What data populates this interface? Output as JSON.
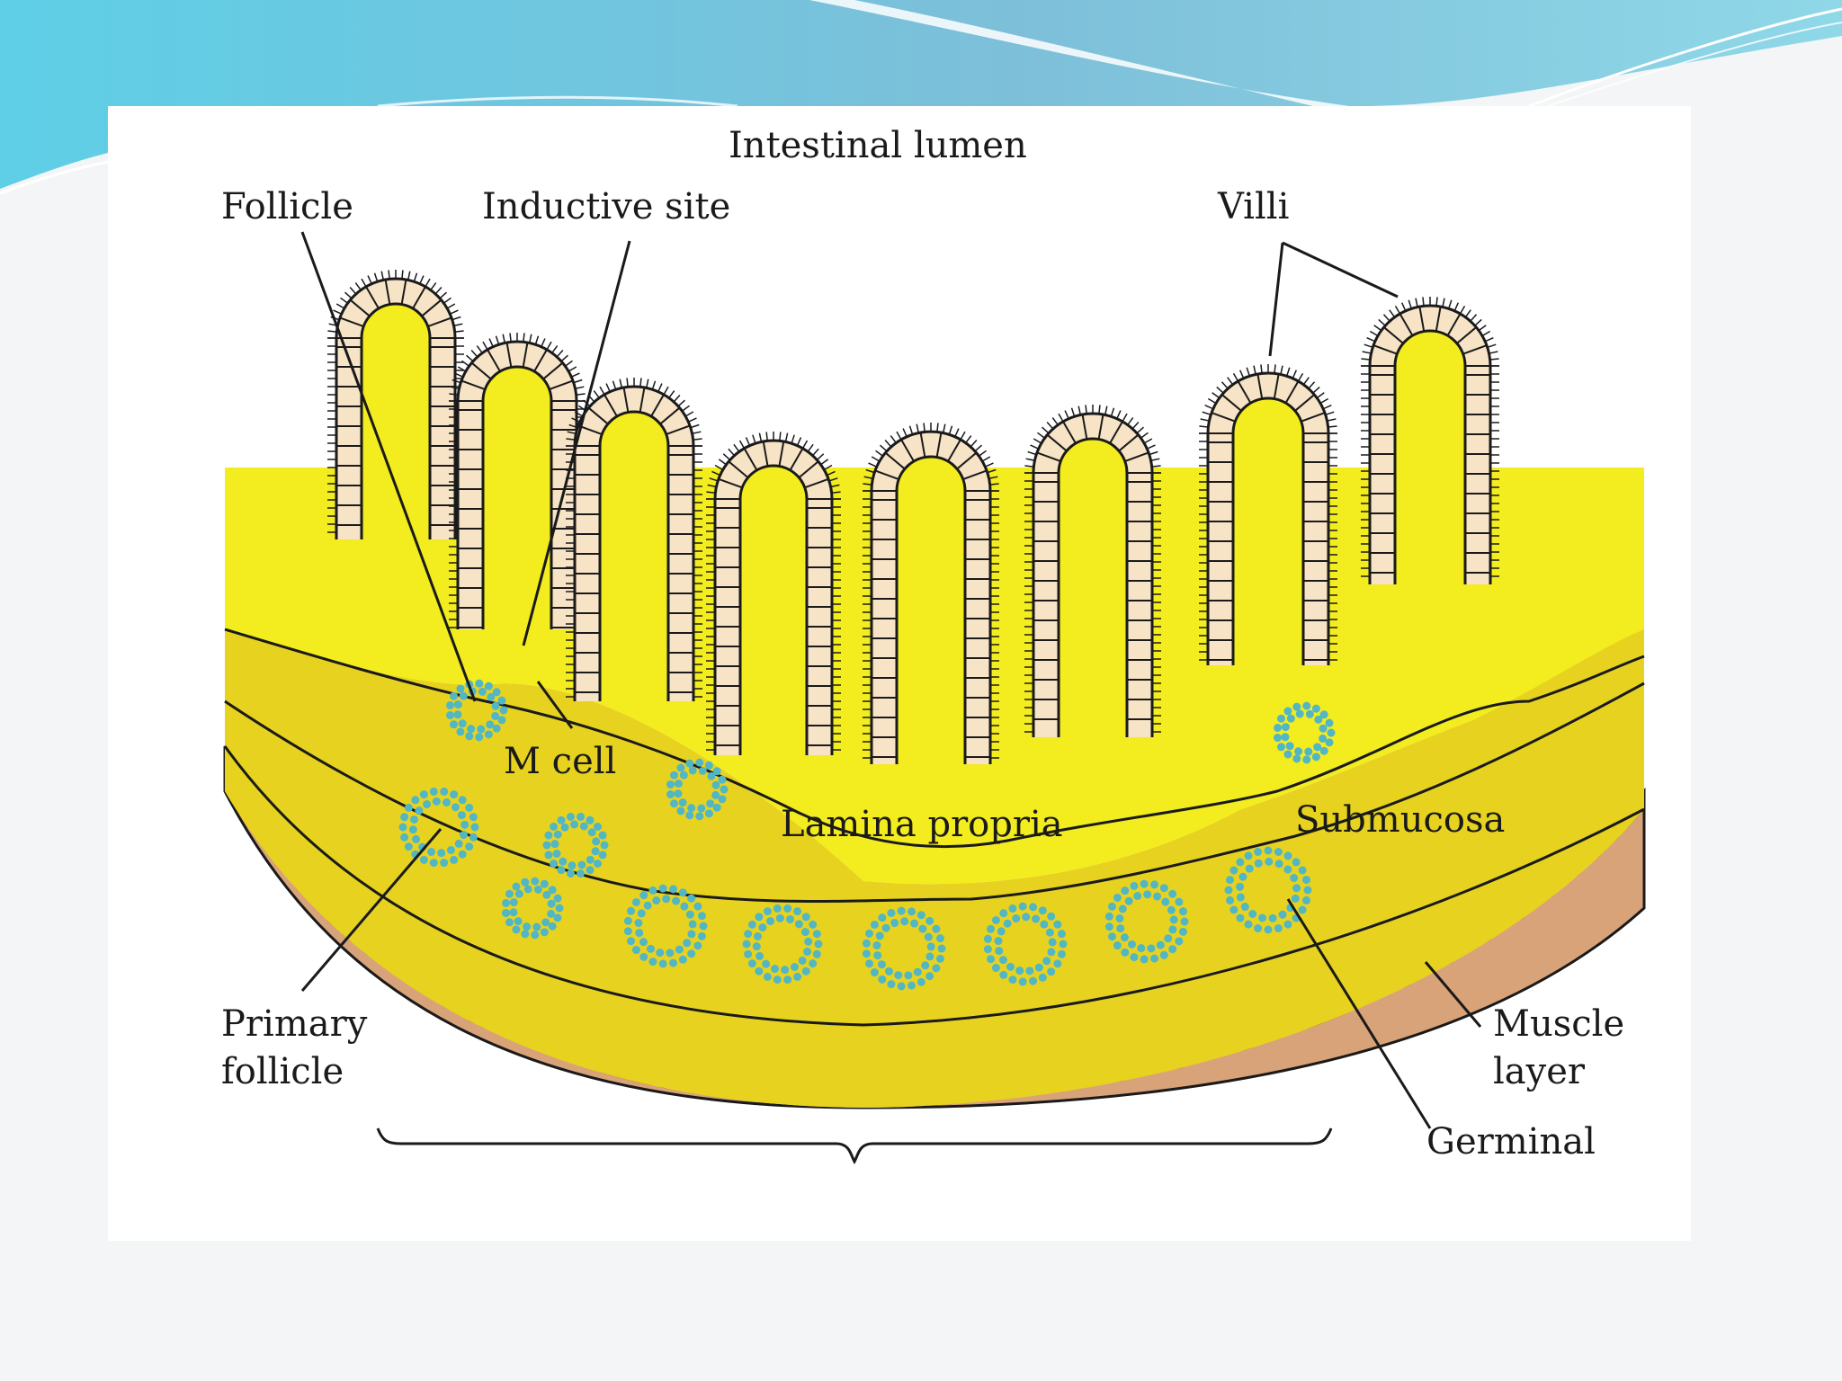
{
  "colors": {
    "header_dark": "#5ec8e0",
    "header_light": "#9fe0ee",
    "panel": "#ffffff",
    "mucosa": "#f3ec1e",
    "submucosa": "#e7d31f",
    "muscle": "#d9a379",
    "epithelium": "#f7e3c6",
    "follicle_dot": "#52b6c4",
    "line": "#1a1a1a"
  },
  "labels": {
    "lumen": "Intestinal lumen",
    "follicle": "Follicle",
    "inductive_site": "Inductive site",
    "villi": "Villi",
    "m_cell": "M cell",
    "lamina_propria": "Lamina propria",
    "submucosa": "Submucosa",
    "primary_follicle_1": "Primary",
    "primary_follicle_2": "follicle",
    "muscle_layer_1": "Muscle",
    "muscle_layer_2": "layer",
    "germinal": "Germinal"
  }
}
